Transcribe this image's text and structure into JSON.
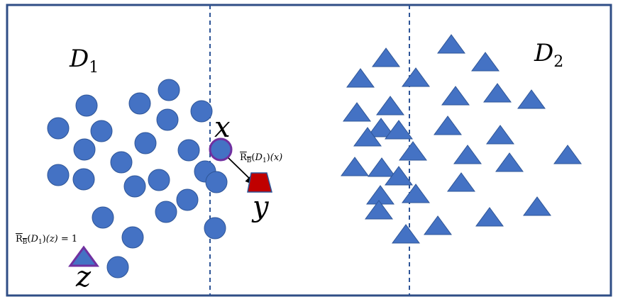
{
  "domains": {
    "d1": {
      "base": "D",
      "sub": "1"
    },
    "d2": {
      "base": "D",
      "sub": "2"
    }
  },
  "points": {
    "x": "x",
    "y": "y",
    "z": "z"
  },
  "annotations": {
    "rb_x": {
      "prefix": "R",
      "sub": "B",
      "open": "(",
      "d": "D",
      "dsub": "1",
      "close": ")",
      "arg": "(x)"
    },
    "rb_z": {
      "prefix": "R",
      "sub": "B",
      "open": "(",
      "d": "D",
      "dsub": "1",
      "close": ")",
      "arg": "(z)",
      "eq": " = 1"
    }
  },
  "colors": {
    "frame": "#2f4e86",
    "shape_fill": "#4472c4",
    "shape_stroke": "#2e5597",
    "highlight_stroke": "#7030a0",
    "counterfactual_fill": "#c00000",
    "divider": "#2e5597"
  }
}
